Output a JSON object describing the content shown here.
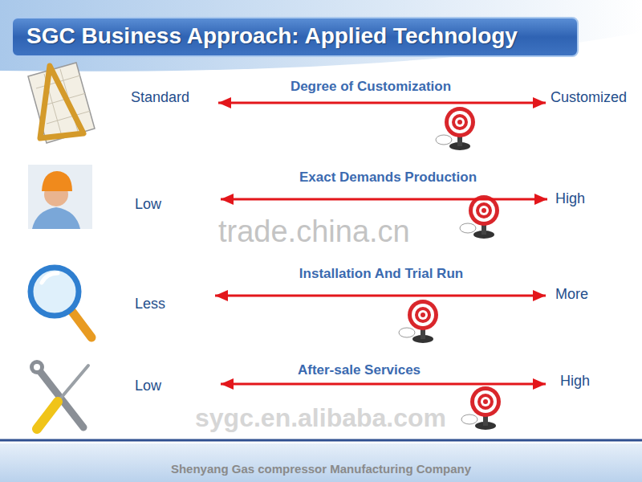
{
  "diagram": {
    "title": "SGC Business Approach: Applied Technology",
    "nodes": [
      {
        "text": [
          "Standard"
        ]
      },
      {
        "text": [
          "Customized"
        ]
      },
      {
        "text": [
          "Low"
        ]
      },
      {
        "text": [
          "High"
        ]
      },
      {
        "text": [
          "Less"
        ]
      },
      {
        "text": [
          "More"
        ]
      },
      {
        "text": [
          "Low"
        ]
      },
      {
        "text": [
          "High"
        ]
      }
    ],
    "edges": [
      {
        "from": 0,
        "to": 1,
        "label": "Degree of Customization",
        "arrow": "both"
      },
      {
        "from": 2,
        "to": 3,
        "label": "Exact Demands Production",
        "arrow": "both"
      },
      {
        "from": 4,
        "to": 5,
        "label": "Installation And Trial Run",
        "arrow": "both"
      },
      {
        "from": 6,
        "to": 7,
        "label": "After-sale Services",
        "arrow": "both"
      }
    ],
    "labels": [
      "trade.china.cn",
      "sygc.en.alibaba.com",
      "Shenyang Gas compressor Manufacturing Company"
    ]
  }
}
